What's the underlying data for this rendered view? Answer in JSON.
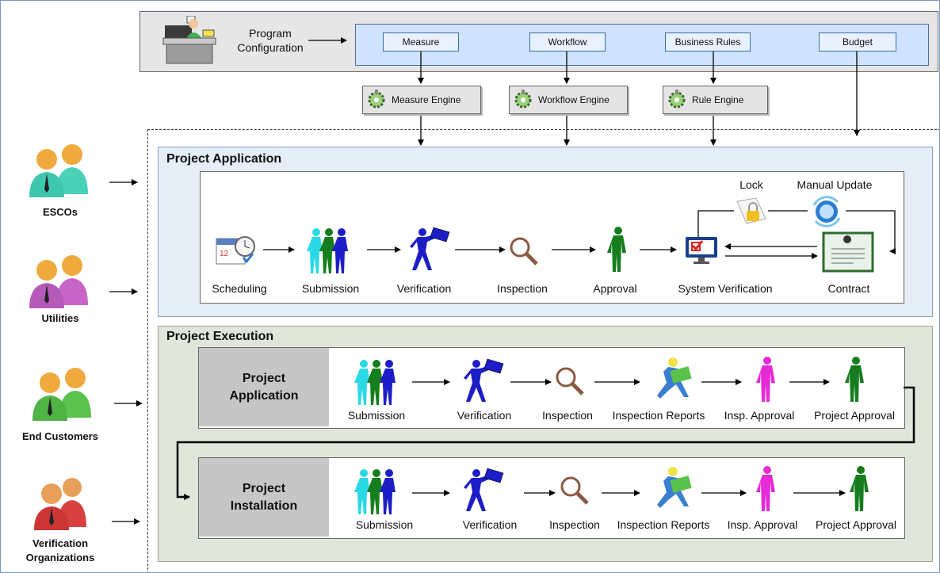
{
  "configuration": {
    "program_configuration_label": "Program\nConfiguration",
    "boxes": [
      "Measure",
      "Workflow",
      "Business Rules",
      "Budget"
    ]
  },
  "engines": [
    "Measure Engine",
    "Workflow Engine",
    "Rule Engine"
  ],
  "actors": [
    "ESCOs",
    "Utilities",
    "End Customers",
    "Verification\nOrganizations"
  ],
  "project_application": {
    "title": "Project Application",
    "steps": [
      "Scheduling",
      "Submission",
      "Verification",
      "Inspection",
      "Approval",
      "System Verification",
      "Contract"
    ],
    "lock_label": "Lock",
    "manual_update_label": "Manual Update"
  },
  "project_execution": {
    "title": "Project Execution",
    "rows": [
      {
        "title": "Project\nApplication",
        "steps": [
          "Submission",
          "Verification",
          "Inspection",
          "Inspection Reports",
          "Insp. Approval",
          "Project Approval"
        ]
      },
      {
        "title": "Project\nInstallation",
        "steps": [
          "Submission",
          "Verification",
          "Inspection",
          "Inspection Reports",
          "Insp. Approval",
          "Project Approval"
        ]
      }
    ]
  },
  "colors": {
    "config_band": "#e6e6e6",
    "config_inner": "#cfe3ff",
    "application_panel": "#e5edf7",
    "execution_panel": "#e0e6d9",
    "grey_title_box": "#c6c6c6"
  }
}
